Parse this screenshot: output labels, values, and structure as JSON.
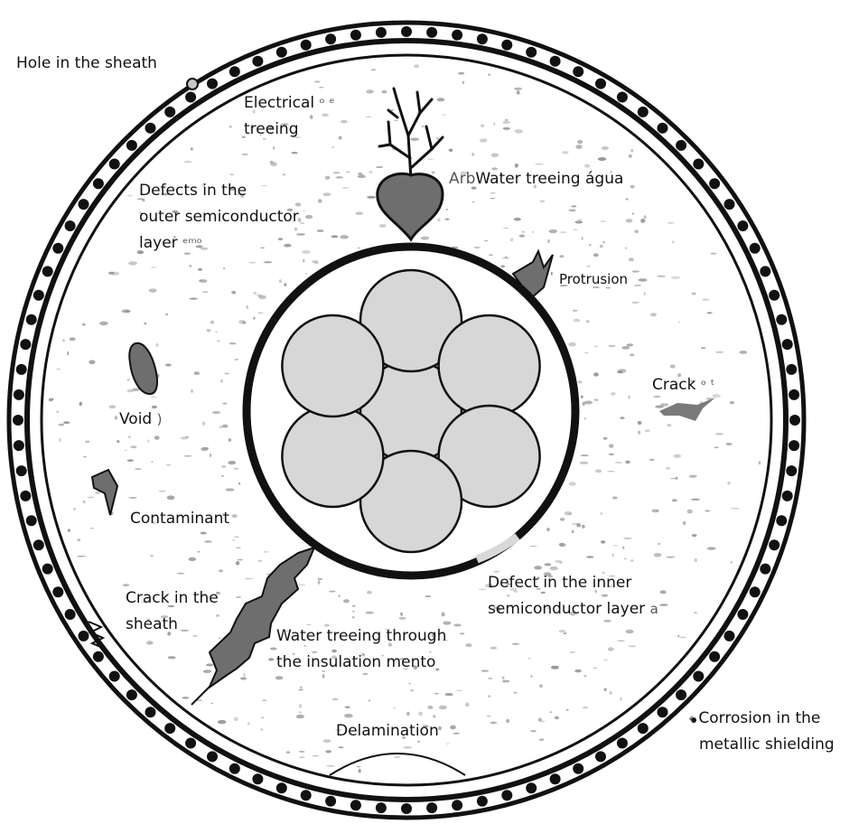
{
  "labels": {
    "hole_in_sheath": "Hole in the sheath",
    "electrical_treeing": [
      "Electrical",
      "treeing"
    ],
    "electrical_fragment": "ᵒ ᵉ",
    "water_treeing_top_prefix": "Arb",
    "water_treeing_top": "Water treeing",
    "water_treeing_top_suffix": "água",
    "outer_semiconductor": [
      "Defects in the",
      "outer semiconductor",
      "layer"
    ],
    "outer_semiconductor_fragment": "ᵉᵐᵒ",
    "protrusion": "Protrusion",
    "void": "Void",
    "void_fragment": ")",
    "crack": "Crack",
    "crack_fragment": "ᵒ ᵗ",
    "contaminant": "Contaminant",
    "crack_in_sheath": [
      "Crack in the",
      "sheath"
    ],
    "inner_semiconductor": [
      "Defect in the inner",
      "semiconductor layer"
    ],
    "inner_semiconductor_fragment": "a",
    "water_treeing_insulation": [
      "Water treeing through",
      "the insulation"
    ],
    "water_treeing_insulation_suffix": "mento",
    "delamination": "Delamination",
    "corrosion": [
      "Corrosion in the",
      "metallic shielding"
    ],
    "corrosion_prefix": "‹"
  },
  "colors": {
    "line": "#111111",
    "conductor_fill": "#d7d7d7",
    "defect_fill": "#6e6e6e",
    "speckle": "#8a8a8a",
    "hole_fill": "#c8c8c8",
    "inner_defect": "#d9d9d9"
  },
  "conductor_strand_count": 7
}
